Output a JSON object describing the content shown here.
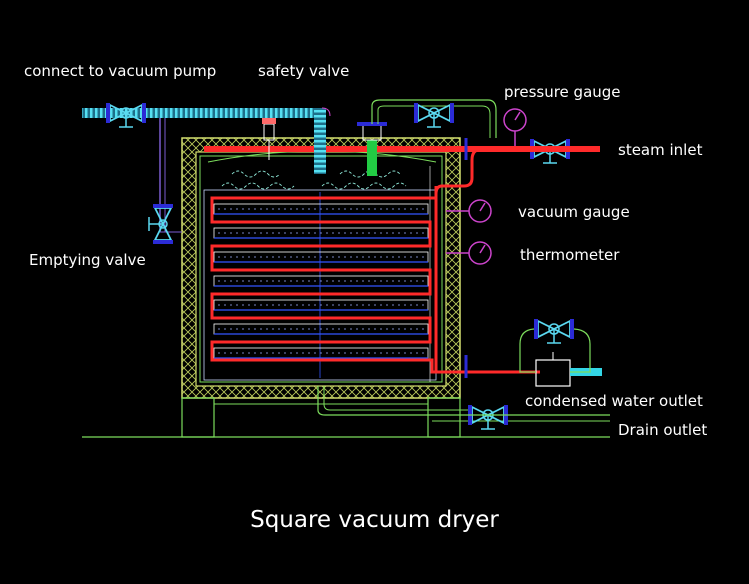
{
  "title": "Square vacuum dryer",
  "labels": {
    "connect_vacuum": "connect to vacuum pump",
    "safety_valve": "safety valve",
    "pressure_gauge": "pressure gauge",
    "steam_inlet": "steam inlet",
    "vacuum_gauge": "vacuum gauge",
    "thermometer": "thermometer",
    "emptying_valve": "Emptying valve",
    "condensed_outlet": "condensed water outlet",
    "drain_outlet": "Drain outlet"
  },
  "colors": {
    "steam_pipe": "#ff2a2a",
    "vacuum_pipe": "#33d6e6",
    "insulation": "#d4e070",
    "wall_line": "#7cdc5c",
    "valve": "#5ad8f0",
    "valve_stem": "#2b2bd6",
    "gauge": "#cc44cc",
    "shelf_blue": "#3355ff"
  }
}
